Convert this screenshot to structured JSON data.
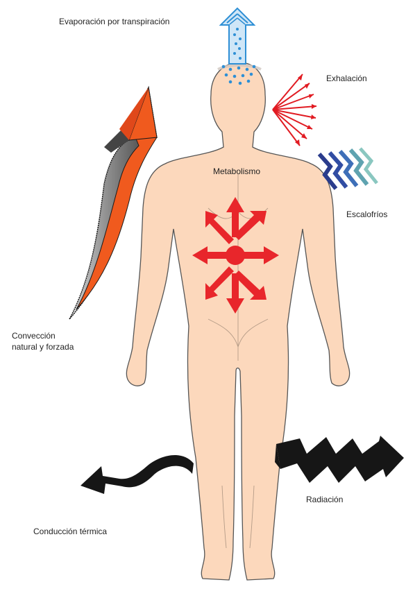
{
  "labels": {
    "evaporation": "Evaporación por transpiración",
    "exhalation": "Exhalación",
    "metabolism": "Metabolismo",
    "shivering": "Escalofríos",
    "convection_line1": "Convección",
    "convection_line2": "natural y forzada",
    "radiation": "Radiación",
    "conduction": "Conducción térmica"
  },
  "colors": {
    "skin": "#fcd8bc",
    "skin_outline": "#555555",
    "metabolism_red": "#e8262b",
    "exhalation_red": "#e11b22",
    "evaporation_blue": "#2e8fd5",
    "convection_orange": "#f05a1e",
    "convection_gray": "#9a9a9a",
    "radiation_black": "#161616",
    "shiver_navy": "#2a3c8c",
    "shiver_blue": "#3e6fb8",
    "shiver_teal": "#6fb3b0"
  },
  "icons": {
    "evaporation": "up-arrow-droplets-icon",
    "exhalation": "radiating-arrows-icon",
    "metabolism": "eight-way-arrows-icon",
    "shivering": "zigzag-stripes-icon",
    "convection": "curved-up-arrow-icon",
    "radiation": "zigzag-arrow-icon",
    "conduction": "wavy-left-arrow-icon"
  }
}
